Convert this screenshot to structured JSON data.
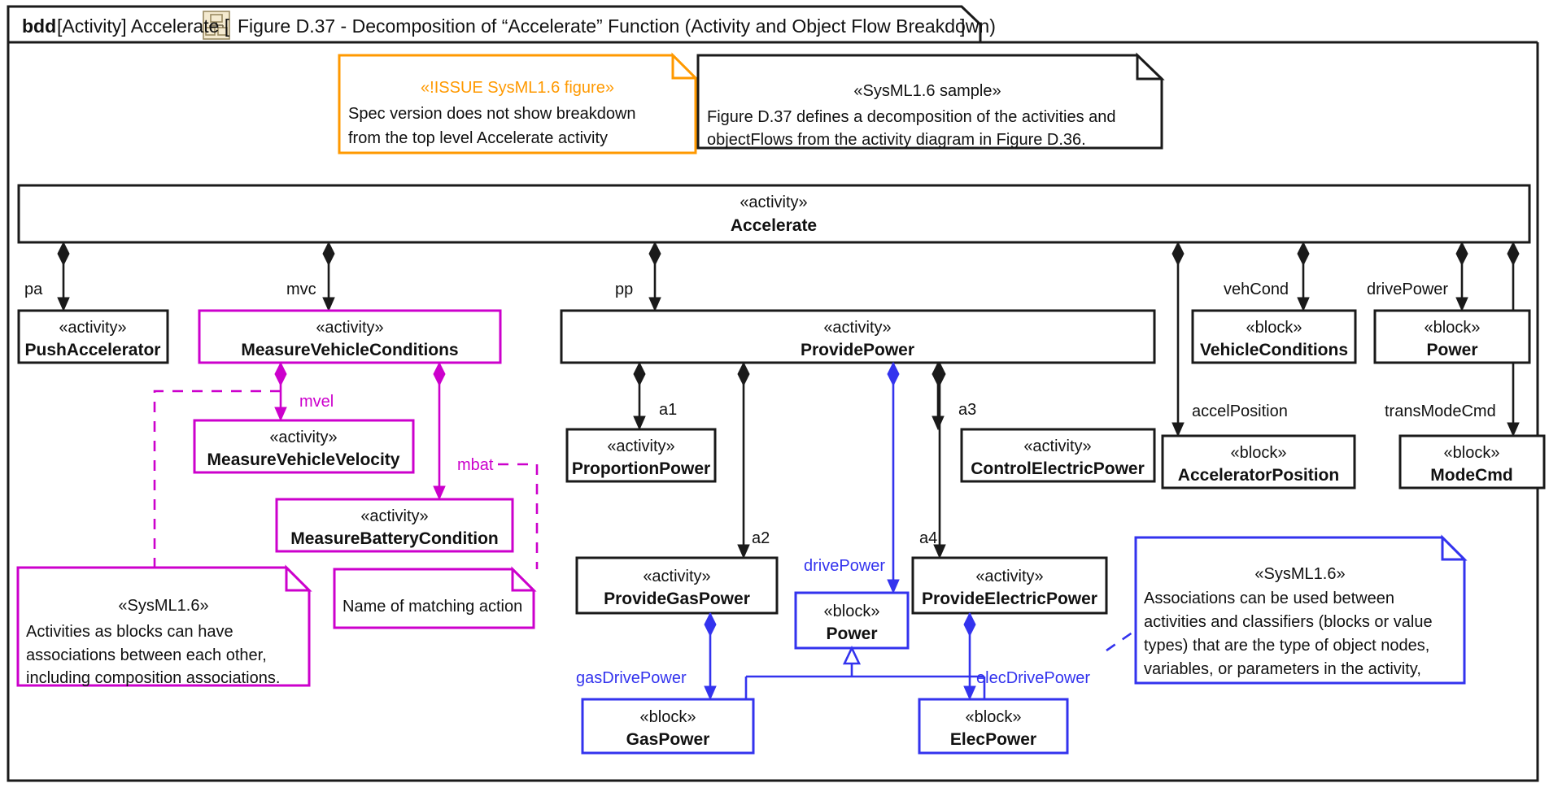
{
  "diagram": {
    "kind": "bdd",
    "header_prefix": "bdd",
    "header_scope": "[Activity] Accelerate [",
    "header_icon": "bdd-diagram-icon",
    "header_title": "Figure D.37 - Decomposition of “Accelerate” Function (Activity and Object Flow Breakdown)",
    "header_close": "]"
  },
  "colors": {
    "black": "#1a1a1a",
    "orange": "#ff9900",
    "magenta": "#cc00cc",
    "blue": "#3333ee",
    "paper": "#ffffff"
  },
  "notes": [
    {
      "id": "note-issue",
      "color": "orange",
      "stereotype": "«!ISSUE SysML1.6 figure»",
      "lines": [
        "Spec version does not show breakdown",
        "from the top level Accelerate activity"
      ]
    },
    {
      "id": "note-sample",
      "color": "black",
      "stereotype": "«SysML1.6 sample»",
      "lines": [
        "Figure D.37 defines a decomposition of the activities and",
        "objectFlows from the activity diagram in Figure D.36."
      ]
    },
    {
      "id": "note-associations",
      "color": "magenta",
      "stereotype": "«SysML1.6»",
      "lines": [
        "Activities as blocks can have",
        "associations between each other,",
        "including composition associations."
      ]
    },
    {
      "id": "note-matching-action",
      "color": "magenta",
      "stereotype": "",
      "lines": [
        "Name of matching action"
      ]
    },
    {
      "id": "note-sysml16-blue",
      "color": "blue",
      "stereotype": "«SysML1.6»",
      "lines": [
        "Associations can be used between",
        "activities and classifiers (blocks or value",
        "types) that are the type of object nodes,",
        "variables, or parameters in the activity,"
      ]
    }
  ],
  "blocks": [
    {
      "id": "accelerate",
      "stereotype": "«activity»",
      "name": "Accelerate",
      "color": "black"
    },
    {
      "id": "push-accelerator",
      "stereotype": "«activity»",
      "name": "PushAccelerator",
      "color": "black"
    },
    {
      "id": "measure-vehicle-conditions",
      "stereotype": "«activity»",
      "name": "MeasureVehicleConditions",
      "color": "magenta"
    },
    {
      "id": "measure-vehicle-velocity",
      "stereotype": "«activity»",
      "name": "MeasureVehicleVelocity",
      "color": "magenta"
    },
    {
      "id": "measure-battery-condition",
      "stereotype": "«activity»",
      "name": "MeasureBatteryCondition",
      "color": "magenta"
    },
    {
      "id": "provide-power",
      "stereotype": "«activity»",
      "name": "ProvidePower",
      "color": "black"
    },
    {
      "id": "proportion-power",
      "stereotype": "«activity»",
      "name": "ProportionPower",
      "color": "black"
    },
    {
      "id": "provide-gas-power",
      "stereotype": "«activity»",
      "name": "ProvideGasPower",
      "color": "black"
    },
    {
      "id": "control-electric-power",
      "stereotype": "«activity»",
      "name": "ControlElectricPower",
      "color": "black"
    },
    {
      "id": "provide-electric-power",
      "stereotype": "«activity»",
      "name": "ProvideElectricPower",
      "color": "black"
    },
    {
      "id": "vehicle-conditions",
      "stereotype": "«block»",
      "name": "VehicleConditions",
      "color": "black"
    },
    {
      "id": "power-right",
      "stereotype": "«block»",
      "name": "Power",
      "color": "black"
    },
    {
      "id": "accelerator-position",
      "stereotype": "«block»",
      "name": "AcceleratorPosition",
      "color": "black"
    },
    {
      "id": "mode-cmd",
      "stereotype": "«block»",
      "name": "ModeCmd",
      "color": "black"
    },
    {
      "id": "power-blue",
      "stereotype": "«block»",
      "name": "Power",
      "color": "blue"
    },
    {
      "id": "gas-power",
      "stereotype": "«block»",
      "name": "GasPower",
      "color": "blue"
    },
    {
      "id": "elec-power",
      "stereotype": "«block»",
      "name": "ElecPower",
      "color": "blue"
    }
  ],
  "role_labels": [
    {
      "id": "role-pa",
      "text": "pa",
      "color": "black"
    },
    {
      "id": "role-mvc",
      "text": "mvc",
      "color": "black"
    },
    {
      "id": "role-pp",
      "text": "pp",
      "color": "black"
    },
    {
      "id": "role-vehcond",
      "text": "vehCond",
      "color": "black"
    },
    {
      "id": "role-drivepower-top",
      "text": "drivePower",
      "color": "black"
    },
    {
      "id": "role-accelposition",
      "text": "accelPosition",
      "color": "black"
    },
    {
      "id": "role-transmodecmd",
      "text": "transModeCmd",
      "color": "black"
    },
    {
      "id": "role-mvel",
      "text": "mvel",
      "color": "magenta"
    },
    {
      "id": "role-mbat",
      "text": "mbat",
      "color": "magenta"
    },
    {
      "id": "role-a1",
      "text": "a1",
      "color": "black"
    },
    {
      "id": "role-a2",
      "text": "a2",
      "color": "black"
    },
    {
      "id": "role-a3",
      "text": "a3",
      "color": "black"
    },
    {
      "id": "role-a4",
      "text": "a4",
      "color": "black"
    },
    {
      "id": "role-drivepower-blue",
      "text": "drivePower",
      "color": "blue"
    },
    {
      "id": "role-gasdrivepower",
      "text": "gasDrivePower",
      "color": "blue"
    },
    {
      "id": "role-elecdrivepower",
      "text": "elecDrivePower",
      "color": "blue"
    }
  ]
}
